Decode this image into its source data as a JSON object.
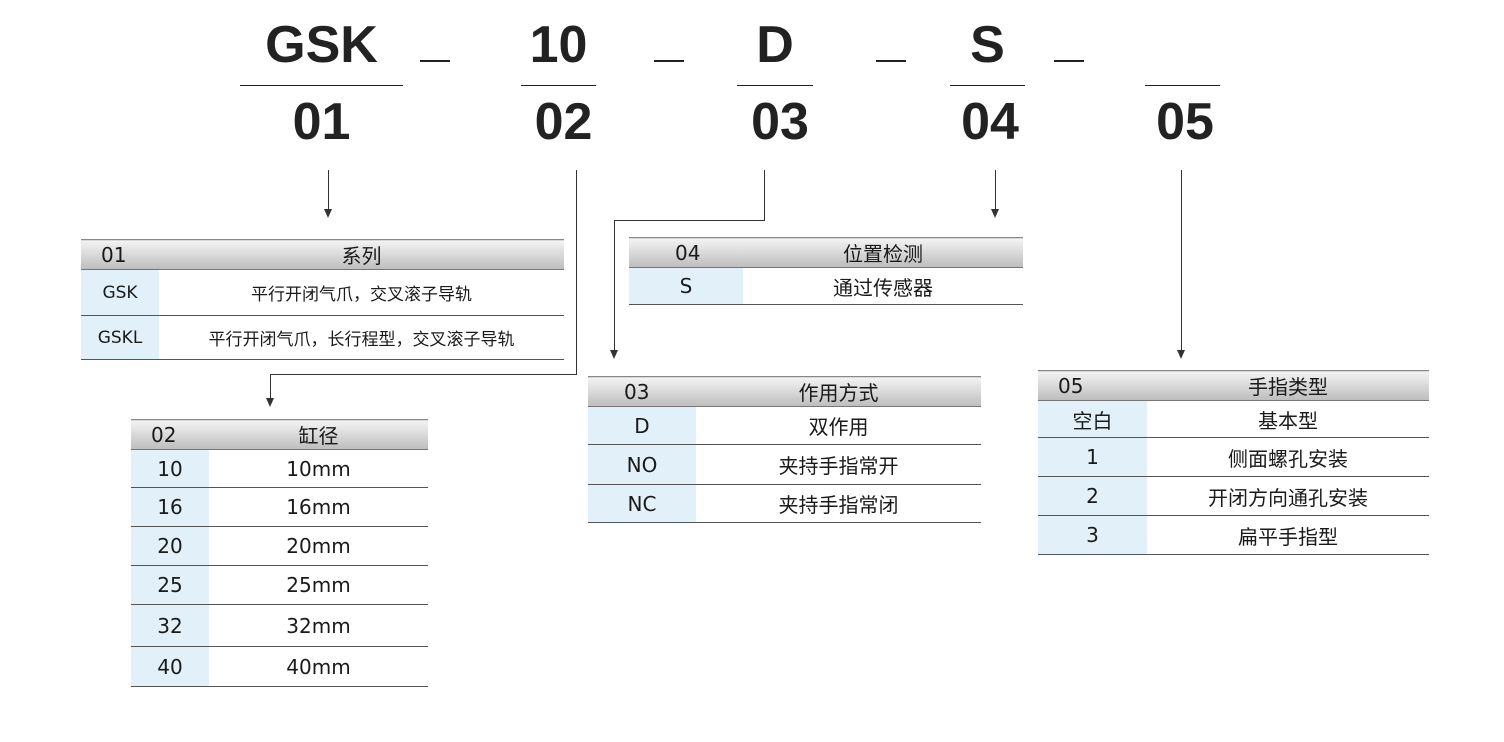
{
  "model_code": {
    "segments": [
      {
        "value": "GSK",
        "index": "01"
      },
      {
        "value": "10",
        "index": "02"
      },
      {
        "value": "D",
        "index": "03"
      },
      {
        "value": "S",
        "index": "04"
      },
      {
        "value": "",
        "index": "05"
      }
    ]
  },
  "tables": {
    "series": {
      "code": "01",
      "title": "系列",
      "rows": [
        {
          "key": "GSK",
          "value": "平行开闭气爪，交叉滚子导轨"
        },
        {
          "key": "GSKL",
          "value": "平行开闭气爪，长行程型，交叉滚子导轨"
        }
      ]
    },
    "bore": {
      "code": "02",
      "title": "缸径",
      "rows": [
        {
          "key": "10",
          "value": "10mm"
        },
        {
          "key": "16",
          "value": "16mm"
        },
        {
          "key": "20",
          "value": "20mm"
        },
        {
          "key": "25",
          "value": "25mm"
        },
        {
          "key": "32",
          "value": "32mm"
        },
        {
          "key": "40",
          "value": "40mm"
        }
      ]
    },
    "action": {
      "code": "03",
      "title": "作用方式",
      "rows": [
        {
          "key": "D",
          "value": "双作用"
        },
        {
          "key": "NO",
          "value": "夹持手指常开"
        },
        {
          "key": "NC",
          "value": "夹持手指常闭"
        }
      ]
    },
    "detection": {
      "code": "04",
      "title": "位置检测",
      "rows": [
        {
          "key": "S",
          "value": "通过传感器"
        }
      ]
    },
    "finger": {
      "code": "05",
      "title": "手指类型",
      "rows": [
        {
          "key": "空白",
          "value": "基本型"
        },
        {
          "key": "1",
          "value": "侧面螺孔安装"
        },
        {
          "key": "2",
          "value": "开闭方向通孔安装"
        },
        {
          "key": "3",
          "value": "扁平手指型"
        }
      ]
    }
  },
  "colors": {
    "header_gradient_top": "#f4f4f4",
    "header_gradient_bottom": "#bdbdbd",
    "key_cell_background": "#e2f1f9",
    "line": "#333333"
  }
}
